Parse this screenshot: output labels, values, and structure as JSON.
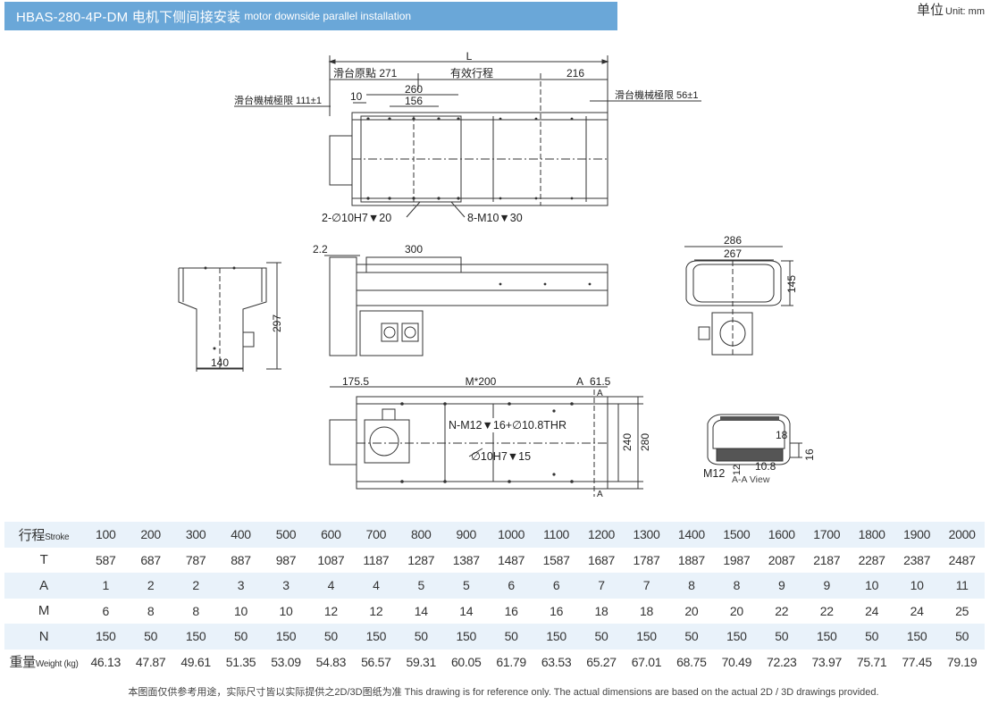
{
  "header": {
    "title": "HBAS-280-4P-DM 电机下侧间接安装",
    "subtitle": "motor downside parallel installation",
    "unit_label": "单位",
    "unit_value": "Unit: mm"
  },
  "drawing": {
    "top_view": {
      "L": "L",
      "origin": "滑台原點 271",
      "stroke": "有效行程",
      "d216": "216",
      "limit_left": "滑台機械極限 111±1",
      "limit_right": "滑台機械極限 56±1",
      "d10": "10",
      "d260": "260",
      "d156": "156",
      "pin": "2-∅10H7▼20",
      "screw": "8-M10▼30"
    },
    "side_view": {
      "d22": "2.2",
      "d300": "300"
    },
    "end_view": {
      "d297": "297",
      "d140": "140"
    },
    "front_view": {
      "d286": "286",
      "d267": "267",
      "d145": "145"
    },
    "bottom_view": {
      "d1755": "175.5",
      "m200": "M*200",
      "a": "A",
      "d615": "61.5",
      "nm12": "N-M12▼16+∅10.8THR",
      "pin": "∅10H7▼15",
      "d240": "240",
      "d280": "280"
    },
    "section_view": {
      "d18": "18",
      "d16": "16",
      "d108": "10.8",
      "d12": "12",
      "m12": "M12",
      "label": "A-A View"
    }
  },
  "spec_table": {
    "rows": [
      {
        "label": "行程",
        "label_en": "Stroke",
        "values": [
          "100",
          "200",
          "300",
          "400",
          "500",
          "600",
          "700",
          "800",
          "900",
          "1000",
          "1100",
          "1200",
          "1300",
          "1400",
          "1500",
          "1600",
          "1700",
          "1800",
          "1900",
          "2000"
        ]
      },
      {
        "label": "T",
        "label_en": "",
        "values": [
          "587",
          "687",
          "787",
          "887",
          "987",
          "1087",
          "1187",
          "1287",
          "1387",
          "1487",
          "1587",
          "1687",
          "1787",
          "1887",
          "1987",
          "2087",
          "2187",
          "2287",
          "2387",
          "2487"
        ]
      },
      {
        "label": "A",
        "label_en": "",
        "values": [
          "1",
          "2",
          "2",
          "3",
          "3",
          "4",
          "4",
          "5",
          "5",
          "6",
          "6",
          "7",
          "7",
          "8",
          "8",
          "9",
          "9",
          "10",
          "10",
          "11"
        ]
      },
      {
        "label": "M",
        "label_en": "",
        "values": [
          "6",
          "8",
          "8",
          "10",
          "10",
          "12",
          "12",
          "14",
          "14",
          "16",
          "16",
          "18",
          "18",
          "20",
          "20",
          "22",
          "22",
          "24",
          "24",
          "25"
        ]
      },
      {
        "label": "N",
        "label_en": "",
        "values": [
          "150",
          "50",
          "150",
          "50",
          "150",
          "50",
          "150",
          "50",
          "150",
          "50",
          "150",
          "50",
          "150",
          "50",
          "150",
          "50",
          "150",
          "50",
          "150",
          "50"
        ]
      },
      {
        "label": "重量",
        "label_en": "Weight (kg)",
        "values": [
          "46.13",
          "47.87",
          "49.61",
          "51.35",
          "53.09",
          "54.83",
          "56.57",
          "59.31",
          "60.05",
          "61.79",
          "63.53",
          "65.27",
          "67.01",
          "68.75",
          "70.49",
          "72.23",
          "73.97",
          "75.71",
          "77.45",
          "79.19"
        ]
      }
    ]
  },
  "footer": {
    "note": "本图面仅供参考用途，实际尺寸皆以实际提供之2D/3D图纸为准 This drawing is for reference only. The actual dimensions are based on the actual 2D / 3D drawings provided."
  }
}
